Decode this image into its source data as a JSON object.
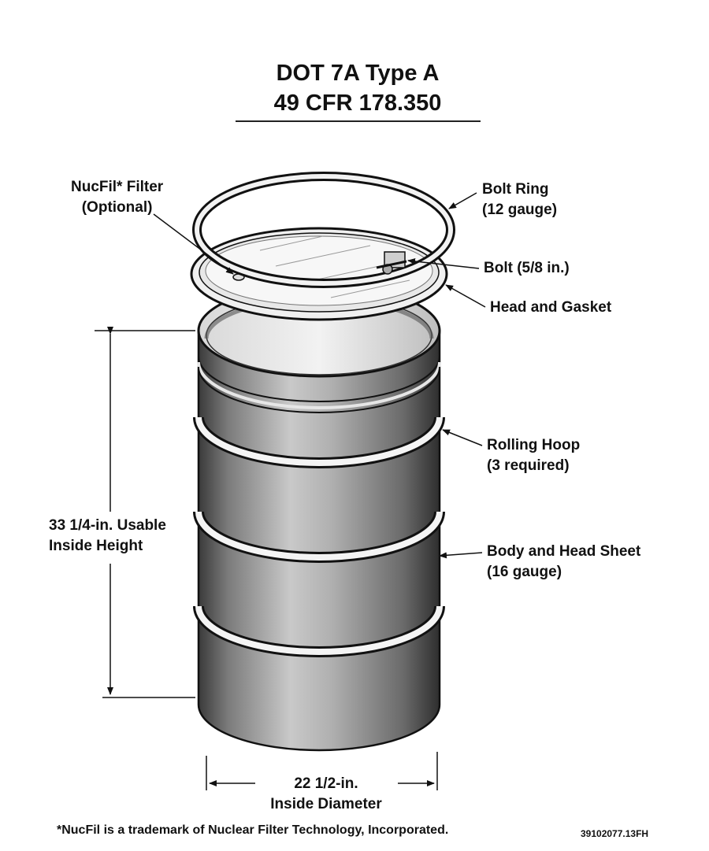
{
  "title": {
    "line1": "DOT 7A Type A",
    "line2": "49 CFR 178.350"
  },
  "callouts": {
    "filter": {
      "line1": "NucFil* Filter",
      "line2": "(Optional)"
    },
    "bolt_ring": {
      "line1": "Bolt Ring",
      "line2": "(12 gauge)"
    },
    "bolt": {
      "line1": "Bolt (5/8 in.)"
    },
    "head_gasket": {
      "line1": "Head and Gasket"
    },
    "rolling_hoop": {
      "line1": "Rolling Hoop",
      "line2": "(3 required)"
    },
    "body_sheet": {
      "line1": "Body and Head Sheet",
      "line2": "(16 gauge)"
    },
    "height": {
      "line1": "33 1/4-in. Usable",
      "line2": "Inside Height"
    },
    "diameter": {
      "line1": "22 1/2-in.",
      "line2": "Inside Diameter"
    }
  },
  "footnote": "*NucFil is a trademark of Nuclear Filter Technology, Incorporated.",
  "figure_code": "39102077.13FH"
}
